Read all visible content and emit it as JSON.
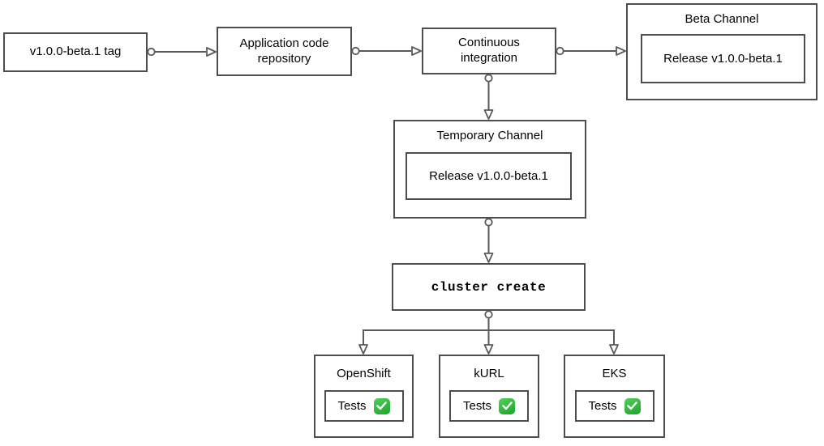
{
  "diagram": {
    "tag": {
      "label": "v1.0.0-beta.1 tag"
    },
    "repo": {
      "label": "Application code repository"
    },
    "ci": {
      "label": "Continuous integration"
    },
    "beta_channel": {
      "title": "Beta Channel",
      "release_label": "Release v1.0.0-beta.1"
    },
    "temp_channel": {
      "title": "Temporary Channel",
      "release_label": "Release v1.0.0-beta.1"
    },
    "cluster_create": {
      "label": "cluster create"
    },
    "platforms": [
      {
        "title": "OpenShift",
        "tests_label": "Tests",
        "status_icon": "check-mark-button"
      },
      {
        "title": "kURL",
        "tests_label": "Tests",
        "status_icon": "check-mark-button"
      },
      {
        "title": "EKS",
        "tests_label": "Tests",
        "status_icon": "check-mark-button"
      }
    ],
    "colors": {
      "box_border": "#4d4d4d",
      "connector": "#595959",
      "background": "#ffffff",
      "text": "#000000",
      "check_green_light": "#55cf5c",
      "check_green_dark": "#1ca32b",
      "check_mark": "#ffffff"
    }
  }
}
